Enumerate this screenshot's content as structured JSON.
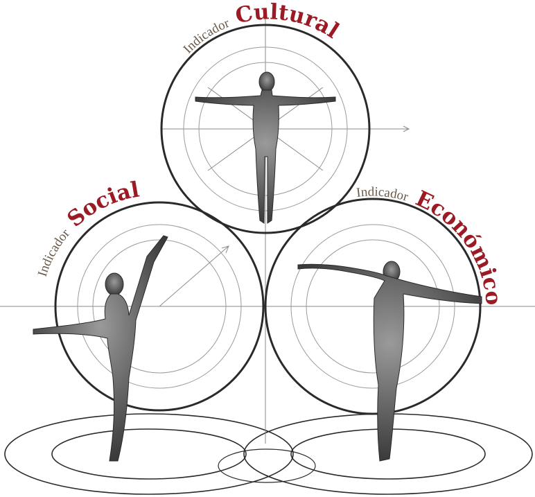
{
  "diagram": {
    "indicators": [
      {
        "id": "cultural",
        "prefix": "Indicador",
        "name": "Cultural"
      },
      {
        "id": "social",
        "prefix": "Indicador",
        "name": "Social"
      },
      {
        "id": "economico",
        "prefix": "Indicador",
        "name": "Económico"
      }
    ],
    "colors": {
      "accent": "#9a1b24",
      "prefix": "#6b5a4a",
      "sketch": "#2a2a2a",
      "guide": "#8a8a8a",
      "figure": "#5a5a5a"
    }
  }
}
